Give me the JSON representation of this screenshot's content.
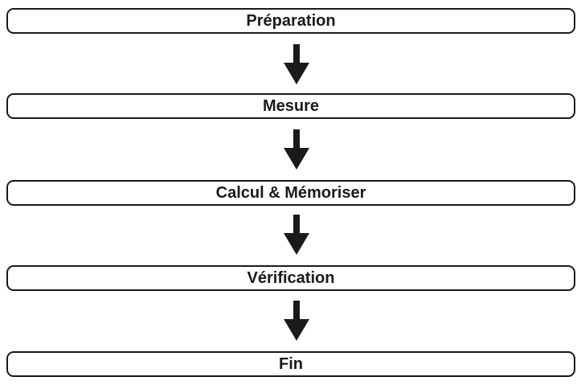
{
  "flowchart": {
    "steps": [
      {
        "label": "Préparation"
      },
      {
        "label": "Mesure"
      },
      {
        "label": "Calcul & Mémoriser"
      },
      {
        "label": "Vérification"
      },
      {
        "label": "Fin"
      }
    ],
    "connector_icon": "down-arrow-icon",
    "colors": {
      "stroke": "#1a1a1a",
      "background": "#ffffff"
    }
  }
}
